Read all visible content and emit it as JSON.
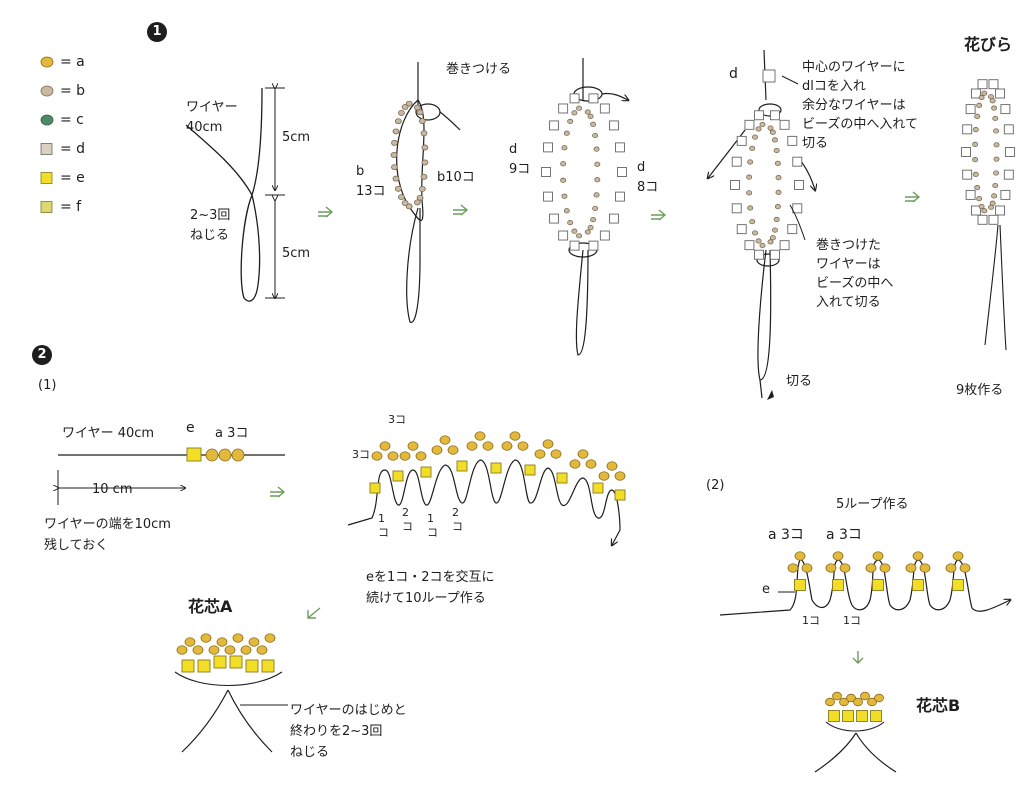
{
  "legend": [
    {
      "symbol": "a",
      "label": "= a",
      "color": "#e2b93a"
    },
    {
      "symbol": "b",
      "label": "= b",
      "color": "#c8b9a0"
    },
    {
      "symbol": "c",
      "label": "= c",
      "color": "#4f8a67"
    },
    {
      "symbol": "d",
      "label": "= d",
      "color": "#d9d0c0"
    },
    {
      "symbol": "e",
      "label": "= e",
      "color": "#f2dd27"
    },
    {
      "symbol": "f",
      "label": "= f",
      "color": "#dcd872"
    }
  ],
  "step1": {
    "marker": "1",
    "wire_label": "ワイヤー\n40cm",
    "upper_length": "5cm",
    "lower_length": "5cm",
    "twist_label": "2~3回\nねじる",
    "wrap_label": "巻きつける",
    "b_left_label": "b\n13コ",
    "b_right_label": "b10コ",
    "d_left_label": "d\n9コ",
    "d_right_label": "d\n8コ",
    "d_top_label": "d",
    "note_top": "中心のワイヤーに\ndlコを入れ\n余分なワイヤーは\nビーズの中へ入れて\n切る",
    "note_bottom": "巻きつけた\nワイヤーは\nビーズの中へ\n入れて切る",
    "cut_label": "切る",
    "petal_title": "花びら",
    "petal_count": "9枚作る"
  },
  "step2": {
    "marker": "2",
    "sub1": "(1)",
    "wire_label": "ワイヤー 40cm",
    "e_label": "e",
    "a_label": "a 3コ",
    "length_label": "10 cm",
    "leave_note": "ワイヤーの端を10cm\n残しておく",
    "three_label_top": "3コ",
    "three_label_side": "3コ",
    "count_labels": [
      "1\nコ",
      "2\nコ",
      "1\nコ",
      "2\nコ"
    ],
    "loop_note": "eを1コ・2コを交互に\n続けて10ループ作る",
    "core_a_title": "花芯A",
    "core_a_note": "ワイヤーのはじめと\n終わりを2~3回\nねじる",
    "sub2": "(2)",
    "five_loops": "5ループ作る",
    "a3_left": "a 3コ",
    "a3_right": "a 3コ",
    "e_small": "e",
    "one_left": "1コ",
    "one_right": "1コ",
    "core_b_title": "花芯B"
  }
}
